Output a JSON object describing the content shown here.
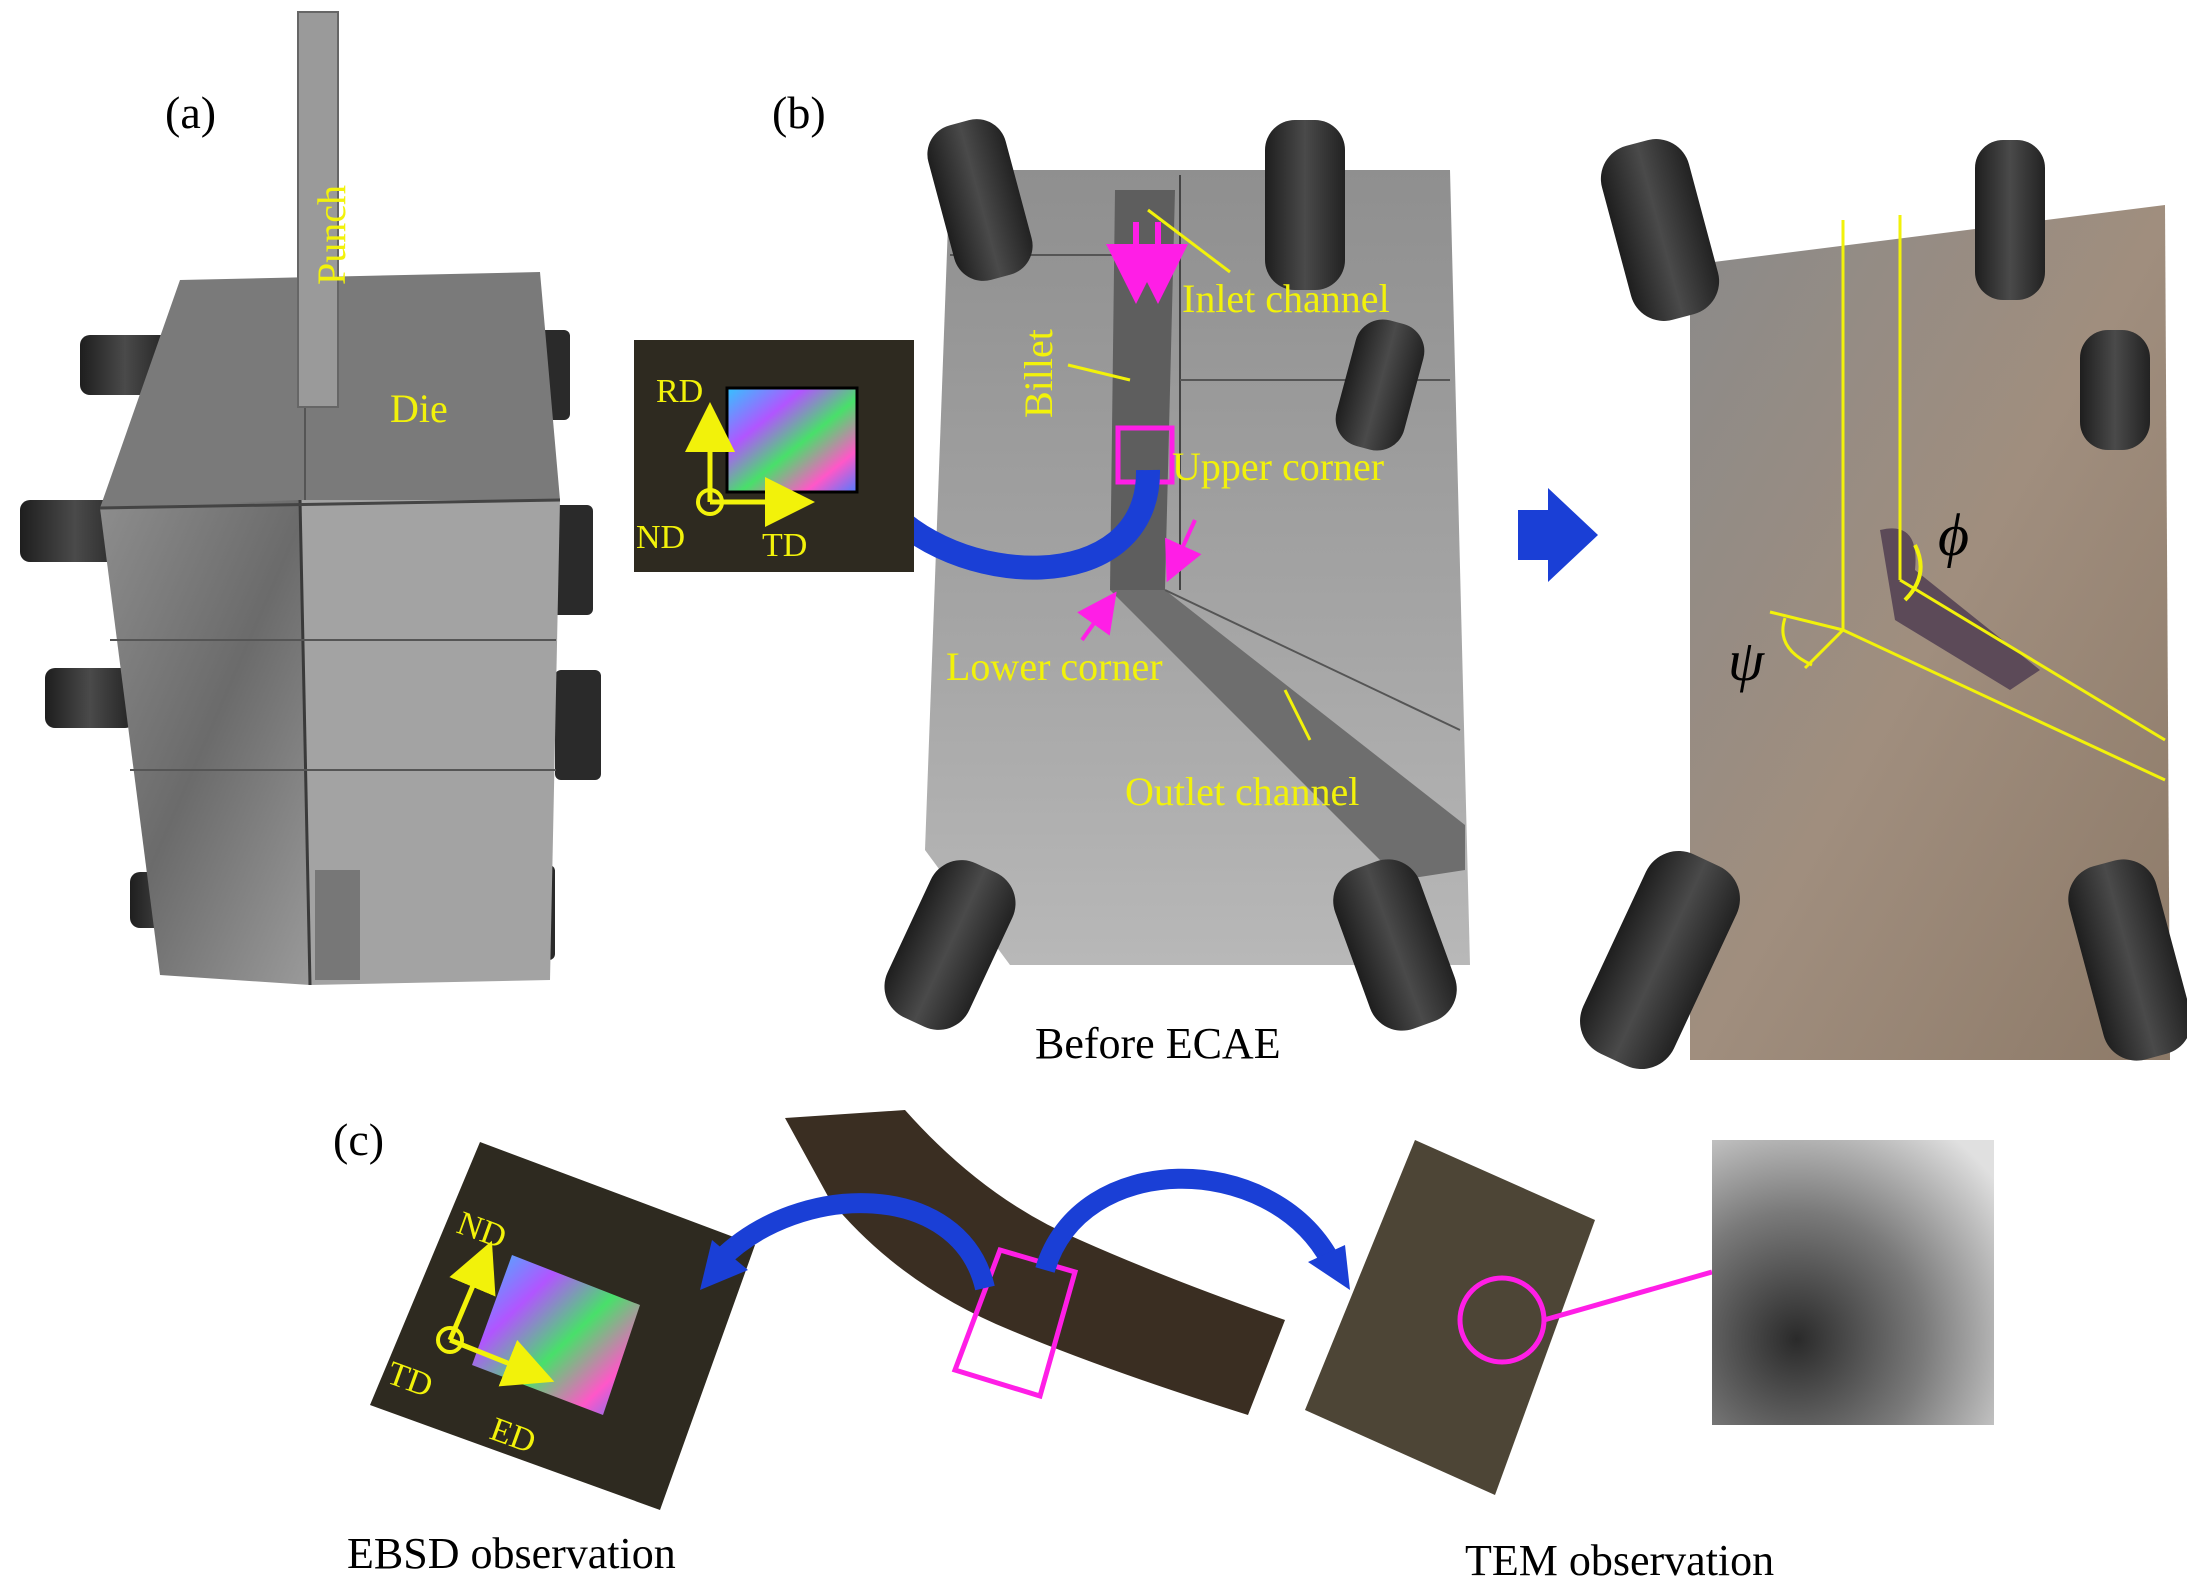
{
  "panels": {
    "a": {
      "tag": "(a)",
      "punch": "Punch",
      "die": "Die"
    },
    "b": {
      "tag": "(b)",
      "billet": "Billet",
      "inlet": "Inlet channel",
      "upper": "Upper corner",
      "lower": "Lower corner",
      "outlet": "Outlet channel",
      "before": "Before ECAE",
      "phi": "ϕ",
      "psi": "ψ",
      "axes": {
        "rd": "RD",
        "nd": "ND",
        "td": "TD"
      }
    },
    "c": {
      "tag": "(c)",
      "ebsd": "EBSD observation",
      "tem": "TEM observation",
      "axes": {
        "nd": "ND",
        "td": "TD",
        "ed": "ED"
      }
    }
  },
  "colors": {
    "label_yellow": "#f2f20a",
    "magenta": "#ff1ee6",
    "arrow_blue": "#1a3fd6",
    "steel": "#8a8a8a",
    "dark_steel": "#4a4a4a"
  }
}
